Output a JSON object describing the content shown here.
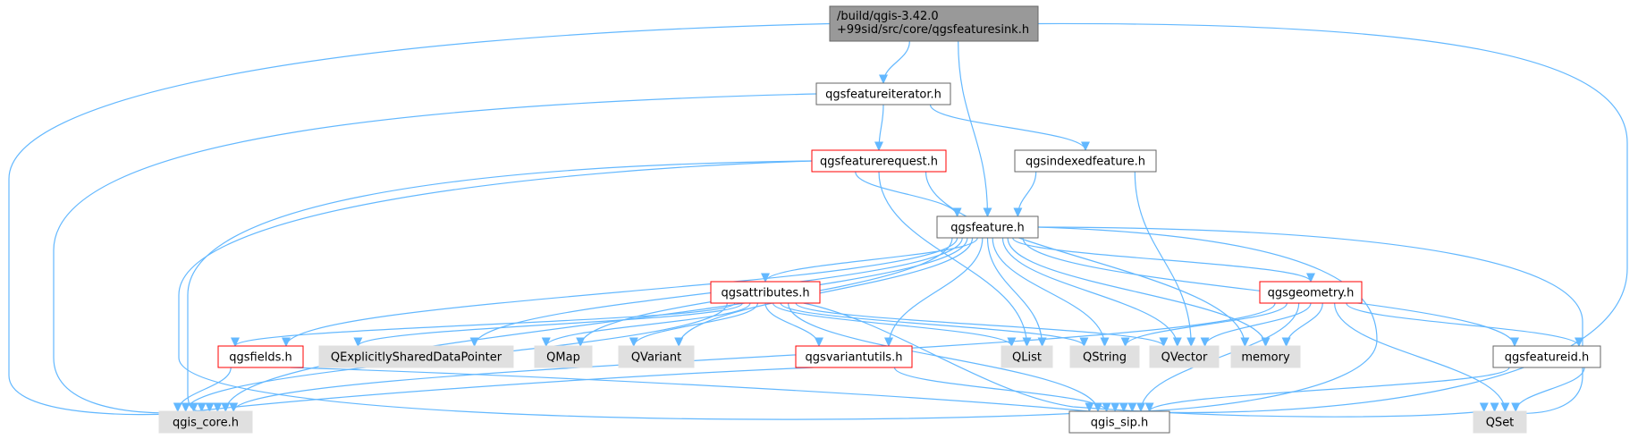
{
  "graph": {
    "colors": {
      "edge": "#63b8ff",
      "node_border_default": "#666666",
      "node_border_red": "#ff0000",
      "node_fill_white": "#ffffff",
      "node_fill_gray": "#e0e0e0",
      "node_fill_root": "#999999"
    },
    "nodes": [
      {
        "id": "root",
        "label": "/build/qgis-3.42.0\n+99sid/src/core/qgsfeaturesink.h",
        "style": "root"
      },
      {
        "id": "iter",
        "label": "qgsfeatureiterator.h",
        "style": "white"
      },
      {
        "id": "req",
        "label": "qgsfeaturerequest.h",
        "style": "red"
      },
      {
        "id": "idx",
        "label": "qgsindexedfeature.h",
        "style": "white"
      },
      {
        "id": "feat",
        "label": "qgsfeature.h",
        "style": "white"
      },
      {
        "id": "attr",
        "label": "qgsattributes.h",
        "style": "red"
      },
      {
        "id": "geom",
        "label": "qgsgeometry.h",
        "style": "red"
      },
      {
        "id": "fields",
        "label": "qgsfields.h",
        "style": "red"
      },
      {
        "id": "qesdp",
        "label": "QExplicitlySharedDataPointer",
        "style": "gray"
      },
      {
        "id": "qmap",
        "label": "QMap",
        "style": "gray"
      },
      {
        "id": "qvariant",
        "label": "QVariant",
        "style": "gray"
      },
      {
        "id": "varutil",
        "label": "qgsvariantutils.h",
        "style": "red"
      },
      {
        "id": "qlist",
        "label": "QList",
        "style": "gray"
      },
      {
        "id": "qstring",
        "label": "QString",
        "style": "gray"
      },
      {
        "id": "qvector",
        "label": "QVector",
        "style": "gray"
      },
      {
        "id": "memory",
        "label": "memory",
        "style": "gray"
      },
      {
        "id": "fid",
        "label": "qgsfeatureid.h",
        "style": "white"
      },
      {
        "id": "core",
        "label": "qgis_core.h",
        "style": "gray"
      },
      {
        "id": "sip",
        "label": "qgis_sip.h",
        "style": "white"
      },
      {
        "id": "qset",
        "label": "QSet",
        "style": "gray"
      }
    ],
    "edges": [
      [
        "root",
        "iter"
      ],
      [
        "root",
        "feat"
      ],
      [
        "root",
        "core"
      ],
      [
        "root",
        "sip"
      ],
      [
        "iter",
        "req"
      ],
      [
        "iter",
        "idx"
      ],
      [
        "iter",
        "core"
      ],
      [
        "req",
        "feat"
      ],
      [
        "req",
        "core"
      ],
      [
        "req",
        "sip"
      ],
      [
        "req",
        "qlist"
      ],
      [
        "req",
        "memory"
      ],
      [
        "idx",
        "feat"
      ],
      [
        "idx",
        "qvector"
      ],
      [
        "feat",
        "attr"
      ],
      [
        "feat",
        "geom"
      ],
      [
        "feat",
        "fields"
      ],
      [
        "feat",
        "qesdp"
      ],
      [
        "feat",
        "qmap"
      ],
      [
        "feat",
        "qvariant"
      ],
      [
        "feat",
        "varutil"
      ],
      [
        "feat",
        "qlist"
      ],
      [
        "feat",
        "qstring"
      ],
      [
        "feat",
        "qvector"
      ],
      [
        "feat",
        "memory"
      ],
      [
        "feat",
        "fid"
      ],
      [
        "feat",
        "core"
      ],
      [
        "feat",
        "sip"
      ],
      [
        "feat",
        "qset"
      ],
      [
        "attr",
        "fields"
      ],
      [
        "attr",
        "qesdp"
      ],
      [
        "attr",
        "qmap"
      ],
      [
        "attr",
        "qvariant"
      ],
      [
        "attr",
        "varutil"
      ],
      [
        "attr",
        "qlist"
      ],
      [
        "attr",
        "qstring"
      ],
      [
        "attr",
        "qvector"
      ],
      [
        "attr",
        "core"
      ],
      [
        "attr",
        "sip"
      ],
      [
        "attr",
        "qset"
      ],
      [
        "geom",
        "qstring"
      ],
      [
        "geom",
        "qvector"
      ],
      [
        "geom",
        "memory"
      ],
      [
        "geom",
        "fid"
      ],
      [
        "geom",
        "core"
      ],
      [
        "geom",
        "sip"
      ],
      [
        "geom",
        "qset"
      ],
      [
        "fields",
        "core"
      ],
      [
        "fields",
        "sip"
      ],
      [
        "varutil",
        "core"
      ],
      [
        "varutil",
        "sip"
      ],
      [
        "fid",
        "sip"
      ],
      [
        "fid",
        "qset"
      ]
    ]
  }
}
